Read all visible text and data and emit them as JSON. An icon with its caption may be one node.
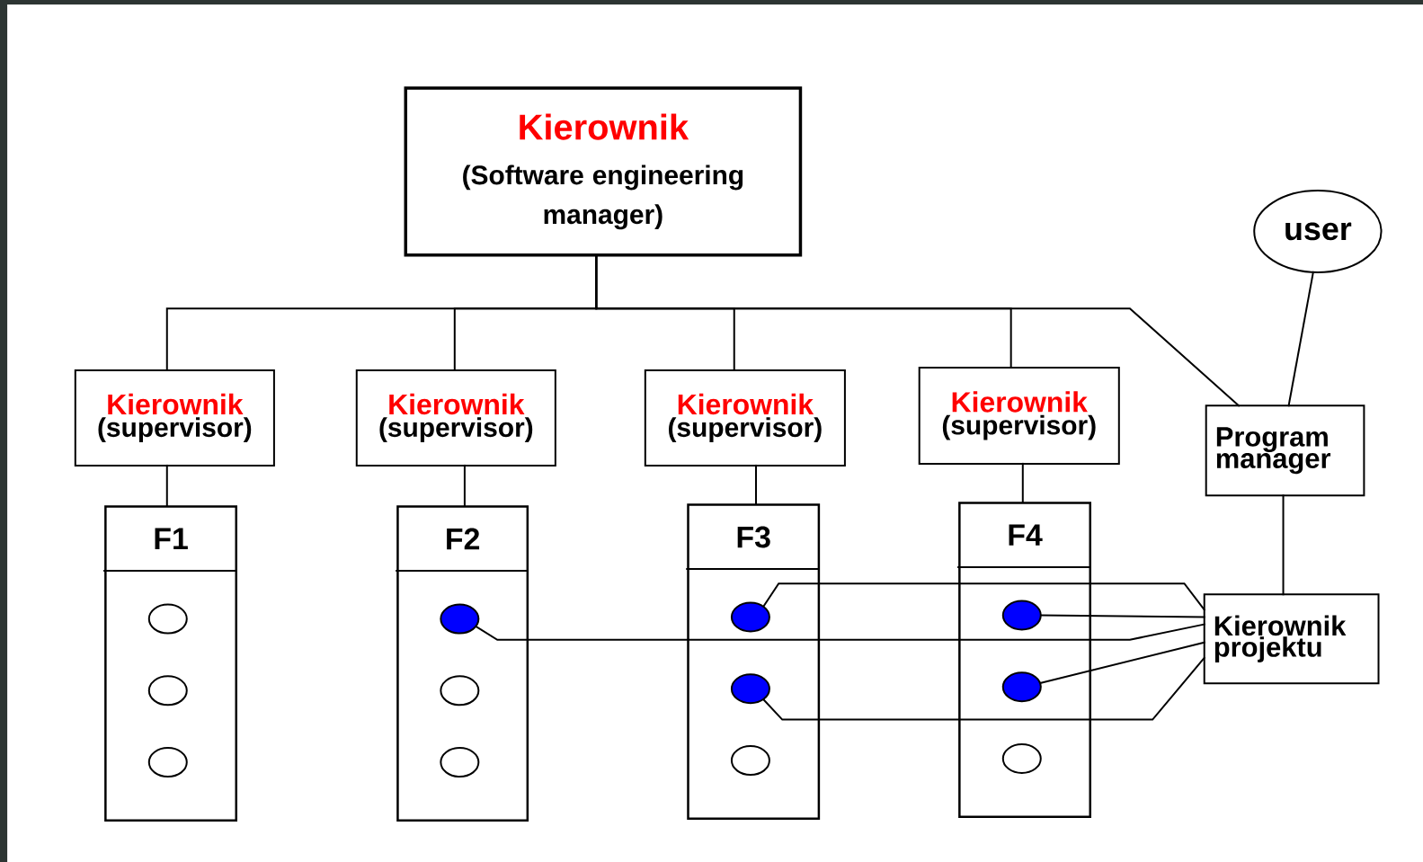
{
  "diagram": {
    "nodes": [
      {
        "text": [
          "Kierownik",
          "(Software engineering manager)"
        ]
      },
      {
        "text": [
          "Kierownik",
          "(supervisor)"
        ]
      },
      {
        "text": [
          "Kierownik",
          "(supervisor)"
        ]
      },
      {
        "text": [
          "Kierownik",
          "(supervisor)"
        ]
      },
      {
        "text": [
          "Kierownik",
          "(supervisor)"
        ]
      },
      {
        "text": [
          "user"
        ]
      },
      {
        "text": [
          "Program manager"
        ]
      },
      {
        "text": [
          "F1"
        ]
      },
      {
        "text": [],
        "shape": "circle",
        "in": 7
      },
      {
        "text": [],
        "shape": "circle",
        "in": 7
      },
      {
        "text": [],
        "shape": "circle",
        "in": 7
      },
      {
        "text": [
          "F2"
        ]
      },
      {
        "text": [],
        "shape": "circle",
        "in": 11
      },
      {
        "text": [],
        "shape": "circle",
        "in": 11
      },
      {
        "text": [],
        "shape": "circle",
        "in": 11
      },
      {
        "text": [
          "F3"
        ]
      },
      {
        "text": [],
        "shape": "circle",
        "in": 15
      },
      {
        "text": [],
        "shape": "circle",
        "in": 15
      },
      {
        "text": [],
        "shape": "circle",
        "in": 15
      },
      {
        "text": [
          "F4"
        ]
      },
      {
        "text": [],
        "shape": "circle",
        "in": 19
      },
      {
        "text": [],
        "shape": "circle",
        "in": 19
      },
      {
        "text": [],
        "shape": "circle",
        "in": 19
      },
      {
        "text": [
          "Kierownik projektu"
        ]
      }
    ],
    "edges": [
      {
        "from": 0,
        "to": 1,
        "arrow": "none"
      },
      {
        "from": 0,
        "to": 2,
        "arrow": "none"
      },
      {
        "from": 0,
        "to": 3,
        "arrow": "none"
      },
      {
        "from": 0,
        "to": 4,
        "arrow": "none"
      },
      {
        "from": 0,
        "to": 6,
        "arrow": "none"
      },
      {
        "from": 1,
        "to": 7,
        "arrow": "none"
      },
      {
        "from": 2,
        "to": 11,
        "arrow": "none"
      },
      {
        "from": 3,
        "to": 15,
        "arrow": "none"
      },
      {
        "from": 4,
        "to": 19,
        "arrow": "none"
      },
      {
        "from": 5,
        "to": 6,
        "arrow": "none"
      },
      {
        "from": 6,
        "to": 23,
        "arrow": "none"
      },
      {
        "from": 12,
        "to": 23,
        "arrow": "none"
      },
      {
        "from": 16,
        "to": 23,
        "arrow": "none"
      },
      {
        "from": 17,
        "to": 23,
        "arrow": "none"
      },
      {
        "from": 20,
        "to": 23,
        "arrow": "none"
      },
      {
        "from": 21,
        "to": 23,
        "arrow": "none"
      }
    ]
  }
}
